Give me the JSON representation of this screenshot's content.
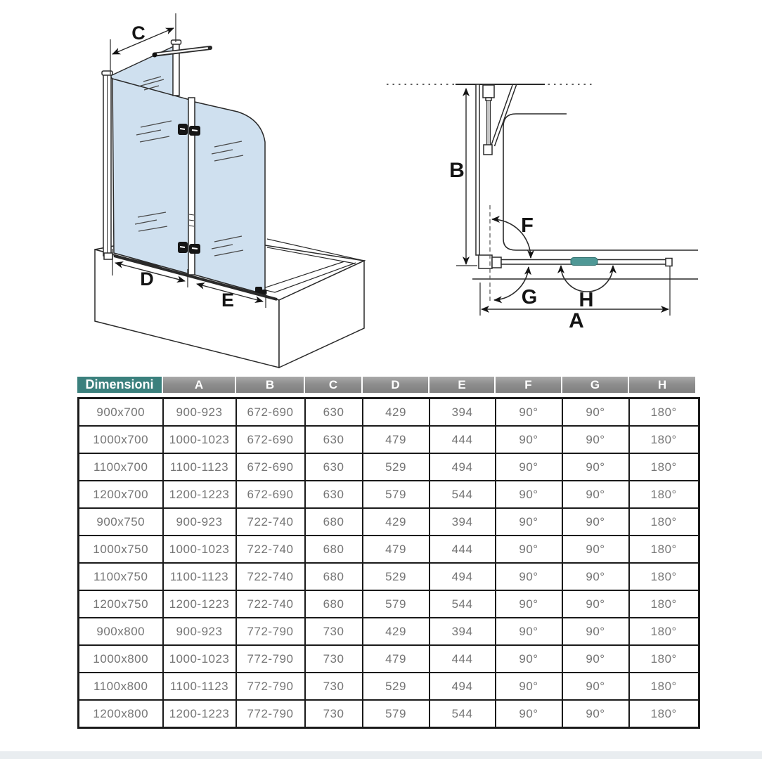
{
  "page": {
    "background": "#ffffff",
    "footer_strip_color": "#e9edf0"
  },
  "diagrams": {
    "isometric_view": {
      "description": "folding 2-panel bath screen on bathtub, isometric view",
      "glass_color": "#cfe0ef",
      "dimension_labels": {
        "c": "C",
        "d": "D",
        "e": "E"
      }
    },
    "plan_view": {
      "description": "wall profile side view with swing angles",
      "handle_color": "#4F9896",
      "dimension_labels": {
        "a": "A",
        "b": "B",
        "f": "F",
        "g": "G",
        "h": "H"
      }
    }
  },
  "table": {
    "header": [
      "Dimensioni",
      "A",
      "B",
      "C",
      "D",
      "E",
      "F",
      "G",
      "H"
    ],
    "header_colors": {
      "dimensioni_bg": "#3B807D",
      "columns_bg": "#8a8a8a",
      "text": "#ffffff"
    },
    "rows": [
      [
        "900x700",
        "900-923",
        "672-690",
        "630",
        "429",
        "394",
        "90°",
        "90°",
        "180°"
      ],
      [
        "1000x700",
        "1000-1023",
        "672-690",
        "630",
        "479",
        "444",
        "90°",
        "90°",
        "180°"
      ],
      [
        "1100x700",
        "1100-1123",
        "672-690",
        "630",
        "529",
        "494",
        "90°",
        "90°",
        "180°"
      ],
      [
        "1200x700",
        "1200-1223",
        "672-690",
        "630",
        "579",
        "544",
        "90°",
        "90°",
        "180°"
      ],
      [
        "900x750",
        "900-923",
        "722-740",
        "680",
        "429",
        "394",
        "90°",
        "90°",
        "180°"
      ],
      [
        "1000x750",
        "1000-1023",
        "722-740",
        "680",
        "479",
        "444",
        "90°",
        "90°",
        "180°"
      ],
      [
        "1100x750",
        "1100-1123",
        "722-740",
        "680",
        "529",
        "494",
        "90°",
        "90°",
        "180°"
      ],
      [
        "1200x750",
        "1200-1223",
        "722-740",
        "680",
        "579",
        "544",
        "90°",
        "90°",
        "180°"
      ],
      [
        "900x800",
        "900-923",
        "772-790",
        "730",
        "429",
        "394",
        "90°",
        "90°",
        "180°"
      ],
      [
        "1000x800",
        "1000-1023",
        "772-790",
        "730",
        "479",
        "444",
        "90°",
        "90°",
        "180°"
      ],
      [
        "1100x800",
        "1100-1123",
        "772-790",
        "730",
        "529",
        "494",
        "90°",
        "90°",
        "180°"
      ],
      [
        "1200x800",
        "1200-1223",
        "772-790",
        "730",
        "579",
        "544",
        "90°",
        "90°",
        "180°"
      ]
    ]
  }
}
